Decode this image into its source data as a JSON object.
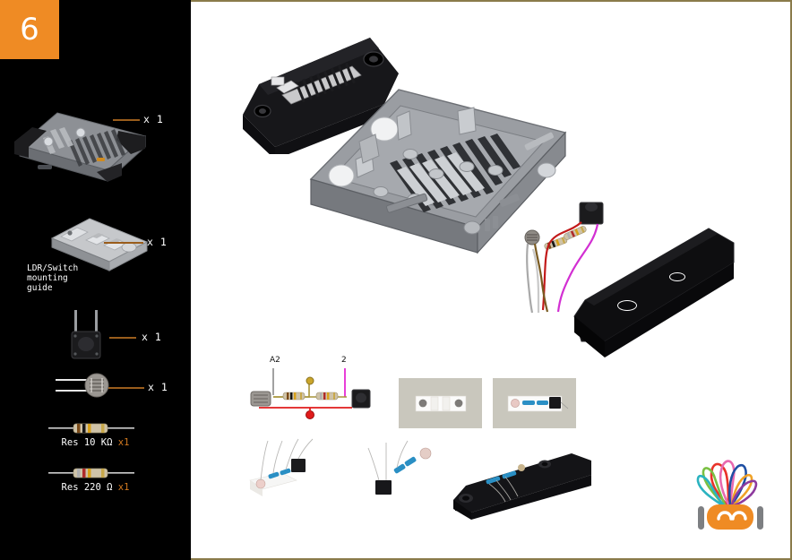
{
  "page": {
    "step_number": "6",
    "accent_orange": "#ef8b24",
    "leader_color": "#9a5d1c",
    "sidebar_bg": "#000000",
    "content_bg": "#ffffff",
    "content_border": "#8a7b4a"
  },
  "sidebar": {
    "parts": [
      {
        "name": "chassis-tray",
        "icon": "chassis-tray-3d",
        "quantity": "x 1",
        "label": ""
      },
      {
        "name": "ldr-switch-mounting-guide",
        "icon": "mounting-guide-3d",
        "quantity": "x 1",
        "label": "LDR/Switch\nmounting\nguide"
      },
      {
        "name": "tactile-switch",
        "icon": "tactile-switch-3d",
        "quantity": "x 1",
        "label": ""
      },
      {
        "name": "ldr-photoresistor",
        "icon": "ldr-3d",
        "quantity": "x 1",
        "label": ""
      }
    ],
    "resistors": [
      {
        "name": "resistor-10k",
        "text": "Res 10 KΩ",
        "quantity": "x1",
        "bands": [
          "#7a4a18",
          "#111111",
          "#d8a11a",
          "#c8a84a"
        ]
      },
      {
        "name": "resistor-220",
        "text": "Res 220 Ω",
        "quantity": "x1",
        "bands": [
          "#b02a2a",
          "#b02a2a",
          "#7a4a18",
          "#c8a84a"
        ]
      }
    ]
  },
  "main": {
    "figures": [
      {
        "name": "top-cover-plate",
        "caption": ""
      },
      {
        "name": "chassis-tray-assembly",
        "caption": ""
      },
      {
        "name": "wiring-harness",
        "caption": ""
      },
      {
        "name": "black-side-bar",
        "caption": ""
      }
    ],
    "schematic": {
      "name": "ldr-switch-circuit",
      "pin_labels": [
        {
          "name": "pin-a2",
          "text": "A2",
          "wire_color": "#8a8a8a"
        },
        {
          "name": "pin-2",
          "text": "2",
          "wire_color": "#e83fd8"
        }
      ],
      "components": [
        {
          "name": "ldr-symbol",
          "type": "ldr"
        },
        {
          "name": "resistor-10k-symbol",
          "type": "resistor"
        },
        {
          "name": "resistor-220-symbol",
          "type": "resistor"
        },
        {
          "name": "tactile-switch-symbol",
          "type": "switch"
        }
      ],
      "rail_colors": {
        "signal": "#b5a33a",
        "ground": "#e01b1b"
      }
    },
    "photos": [
      {
        "name": "photo-mounting-guide-empty",
        "caption": ""
      },
      {
        "name": "photo-mounting-guide-populated",
        "caption": ""
      },
      {
        "name": "photo-circuit-on-guide",
        "caption": ""
      },
      {
        "name": "photo-circuit-loose",
        "caption": ""
      },
      {
        "name": "photo-guide-in-black-bar",
        "caption": ""
      }
    ]
  },
  "logo": {
    "name": "robot-logo",
    "body_color": "#ef8b24",
    "plume_colors": [
      "#e8332a",
      "#e86ab0",
      "#7ac043",
      "#2bb3c0",
      "#1f4fa3",
      "#f0a227",
      "#8e3a9e"
    ]
  }
}
